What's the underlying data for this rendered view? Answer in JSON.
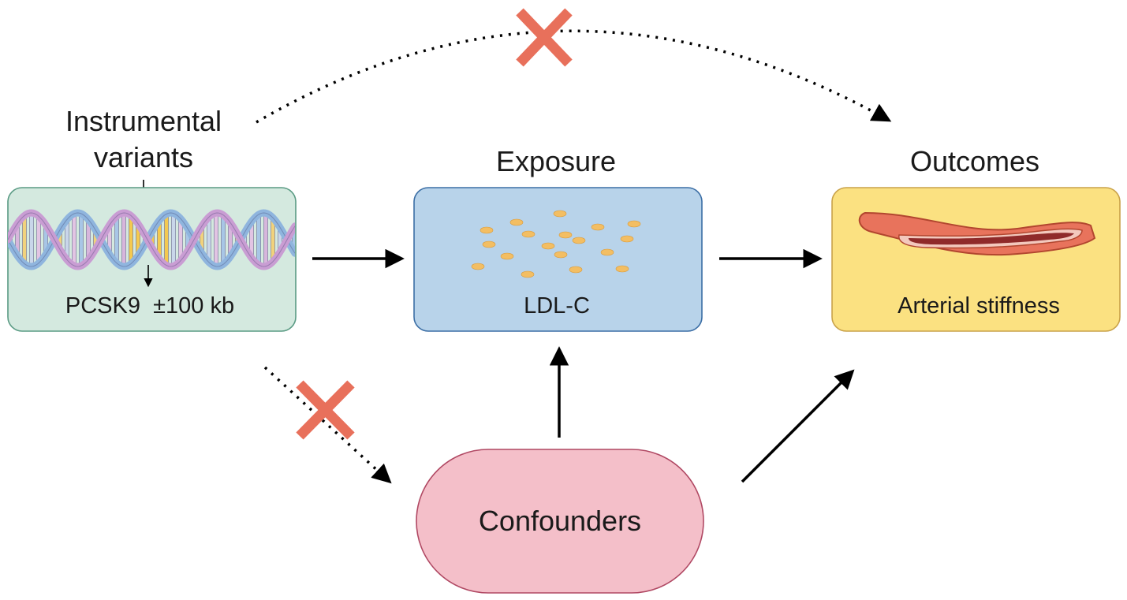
{
  "instruments": {
    "label_line1": "Instrumental",
    "label_line2": "variants",
    "box_text": "PCSK9  ±100 kb"
  },
  "exposure": {
    "title": "Exposure",
    "box_text": "LDL-C"
  },
  "outcomes": {
    "title": "Outcomes",
    "box_text": "Arterial stiffness"
  },
  "confounders": {
    "label": "Confounders"
  },
  "colors": {
    "instruments_fill": "#d4e9df",
    "instruments_border": "#5a9b84",
    "exposure_fill": "#b8d3ea",
    "exposure_border": "#3b6ea5",
    "outcomes_fill": "#fbe181",
    "outcomes_border": "#c9a24a",
    "confounders_fill": "#f4bfc9",
    "confounders_border": "#b04863",
    "cross_mark": "#e8705b",
    "ldl_particle": "#f3be63",
    "arrow": "#000000"
  },
  "icons": {
    "dna": "dna-helix-icon",
    "ldl": "ldl-particles-icon",
    "artery": "artery-icon",
    "blocked_path": "cross-mark-icon"
  }
}
